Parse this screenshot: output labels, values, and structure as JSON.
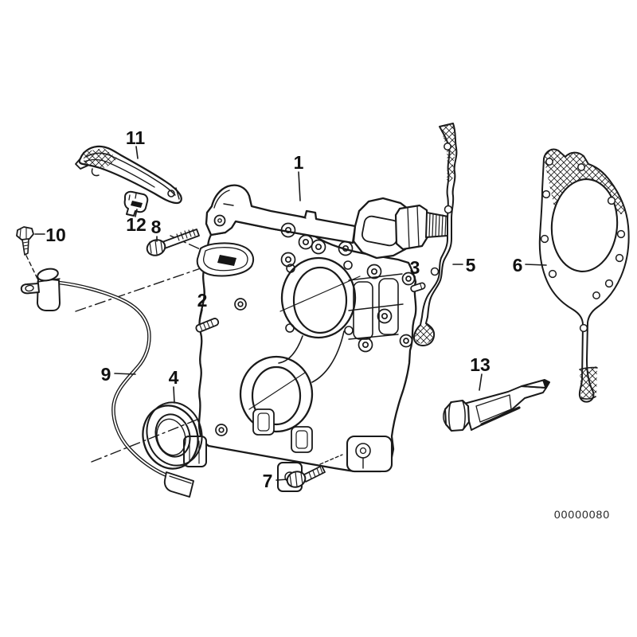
{
  "callouts": [
    {
      "label": "1"
    },
    {
      "label": "2"
    },
    {
      "label": "3"
    },
    {
      "label": "4"
    },
    {
      "label": "5"
    },
    {
      "label": "6"
    },
    {
      "label": "7"
    },
    {
      "label": "8"
    },
    {
      "label": "9"
    },
    {
      "label": "10"
    },
    {
      "label": "11"
    },
    {
      "label": "12"
    },
    {
      "label": "13"
    }
  ],
  "diagram_code": "00000080",
  "colors": {
    "line": "#1a1a1a",
    "background": "#ffffff"
  }
}
